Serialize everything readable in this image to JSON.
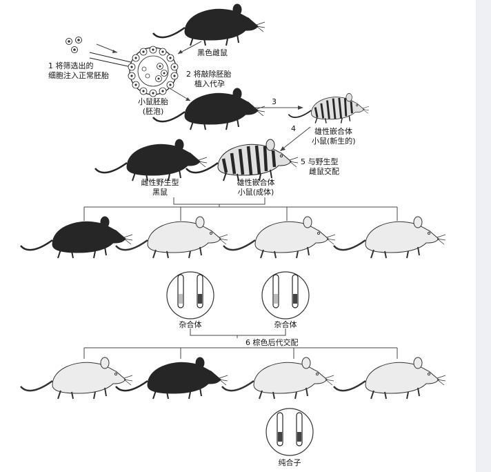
{
  "labels": {
    "black_female_mouse": "黑色雌鼠",
    "step1_line1": "1 将筛选出的",
    "step1_line2": "细胞注入正常胚胎",
    "step2_line1": "2 将敲除胚胎",
    "step2_line2": "植入代孕",
    "embryo_line1": "小鼠胚胎",
    "embryo_line2": "(胚泡)",
    "step3": "3",
    "step4": "4",
    "chimera_new_line1": "雄性嵌合体",
    "chimera_new_line2": "小鼠(新生的)",
    "step5_line1": "5 与野生型",
    "step5_line2": "雌鼠交配",
    "wildtype_female_line1": "雌性野生型",
    "wildtype_female_line2": "黑鼠",
    "chimera_adult_line1": "雄性嵌合体",
    "chimera_adult_line2": "小鼠(成体)",
    "hetero_left": "杂合体",
    "hetero_right": "杂合体",
    "step6": "6 棕色后代交配",
    "homozygous": "纯合子"
  },
  "colors": {
    "black_mouse": "#262626",
    "light_mouse": "#ececec",
    "line": "#444444"
  }
}
